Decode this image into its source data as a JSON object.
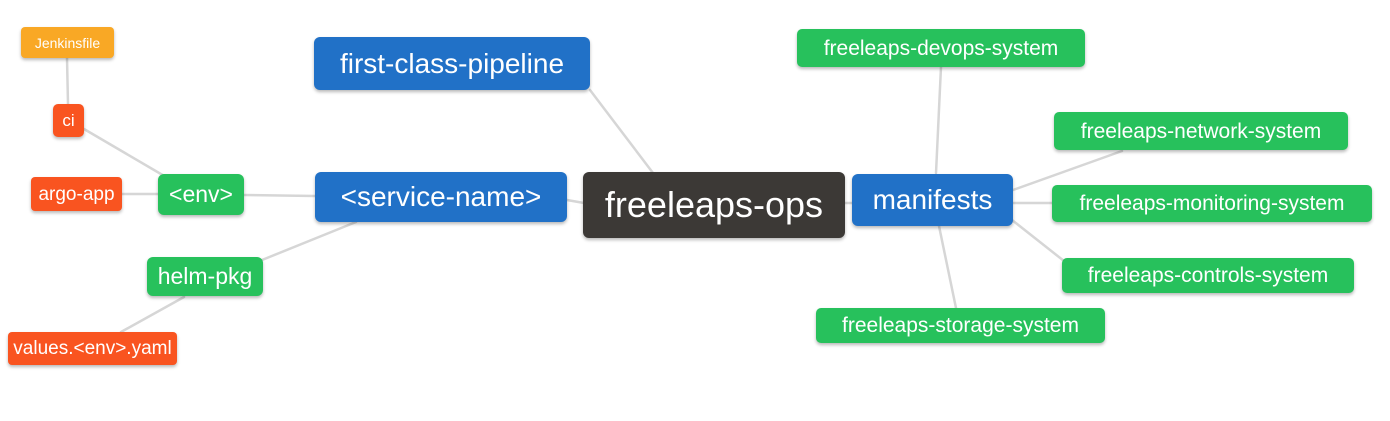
{
  "diagram": {
    "type": "mind-map",
    "palette": {
      "root_node": "#3c3936",
      "branch_node": "#2171c7",
      "sub_branch_node": "#27c15c",
      "leaf_node_red": "#f95420",
      "leaf_node_orange": "#f9a825",
      "connector_line": "#d6d6d6",
      "node_text": "#ffffff",
      "background": "#ffffff"
    },
    "nodes": {
      "root": {
        "label": "freeleaps-ops"
      },
      "first_class_pipeline": {
        "label": "first-class-pipeline"
      },
      "service_name": {
        "label": "<service-name>"
      },
      "env": {
        "label": "<env>"
      },
      "ci": {
        "label": "ci"
      },
      "jenkinsfile": {
        "label": "Jenkinsfile"
      },
      "argo_app": {
        "label": "argo-app"
      },
      "helm_pkg": {
        "label": "helm-pkg"
      },
      "values_env_yaml": {
        "label": "values.<env>.yaml"
      },
      "manifests": {
        "label": "manifests"
      },
      "devops_system": {
        "label": "freeleaps-devops-system"
      },
      "network_system": {
        "label": "freeleaps-network-system"
      },
      "monitoring_system": {
        "label": "freeleaps-monitoring-system"
      },
      "controls_system": {
        "label": "freeleaps-controls-system"
      },
      "storage_system": {
        "label": "freeleaps-storage-system"
      }
    },
    "edges": [
      {
        "from": "jenkinsfile",
        "to": "ci"
      },
      {
        "from": "ci",
        "to": "env"
      },
      {
        "from": "argo_app",
        "to": "env"
      },
      {
        "from": "env",
        "to": "service_name"
      },
      {
        "from": "helm_pkg",
        "to": "service_name"
      },
      {
        "from": "values_env_yaml",
        "to": "helm_pkg"
      },
      {
        "from": "first_class_pipeline",
        "to": "root"
      },
      {
        "from": "service_name",
        "to": "root"
      },
      {
        "from": "root",
        "to": "manifests"
      },
      {
        "from": "manifests",
        "to": "devops_system"
      },
      {
        "from": "manifests",
        "to": "network_system"
      },
      {
        "from": "manifests",
        "to": "monitoring_system"
      },
      {
        "from": "manifests",
        "to": "controls_system"
      },
      {
        "from": "manifests",
        "to": "storage_system"
      }
    ]
  }
}
